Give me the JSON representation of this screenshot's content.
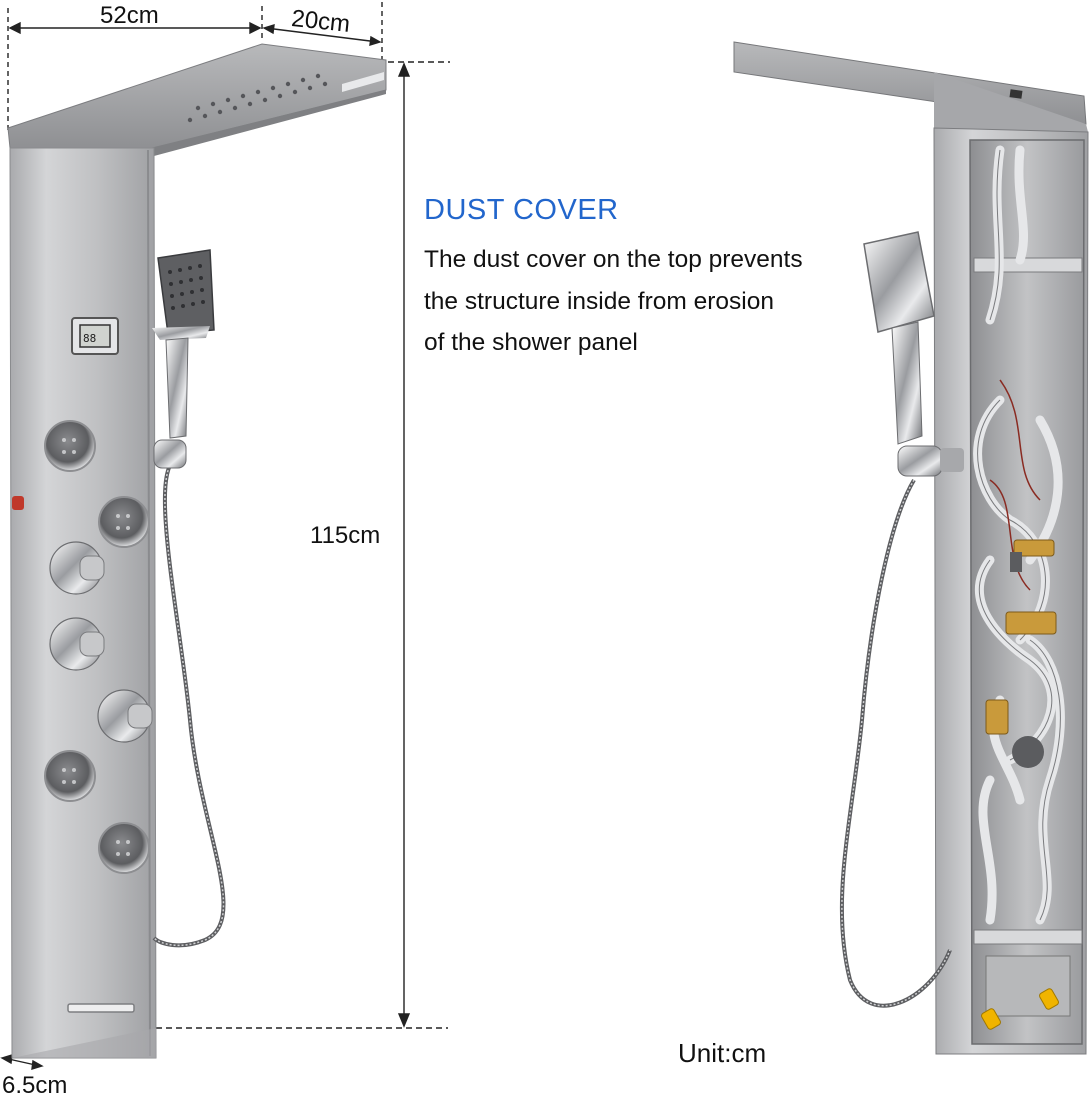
{
  "dimensions": {
    "width_label": "52cm",
    "depth_label": "20cm",
    "height_label": "115cm",
    "thickness_label": "6.5cm"
  },
  "feature": {
    "title": "DUST COVER",
    "lines": [
      "The dust cover on the top prevents",
      "the structure inside from erosion",
      "of the shower panel"
    ]
  },
  "unit_label": "Unit:cm",
  "colors": {
    "accent": "#2266cc",
    "panel_steel": "#bfc0c2",
    "text": "#111111"
  }
}
